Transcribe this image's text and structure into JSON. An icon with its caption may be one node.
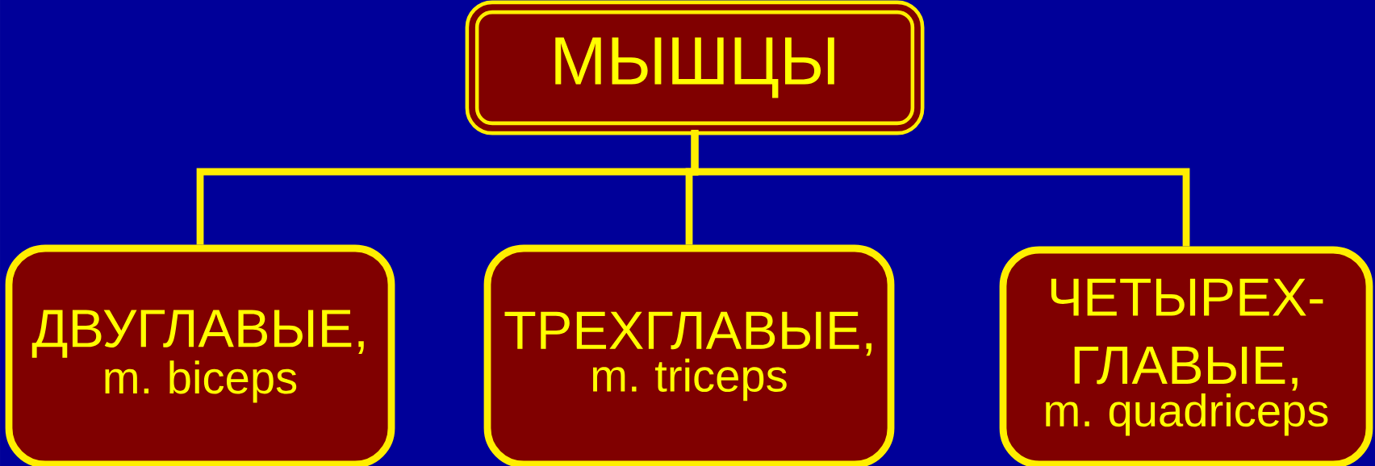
{
  "diagram": {
    "nodes": [
      {
        "text": [
          "МЫШЦЫ"
        ]
      },
      {
        "text": [
          "ДВУГЛАВЫЕ,",
          "m. biceps"
        ]
      },
      {
        "text": [
          "ТРЕХГЛАВЫЕ,",
          "m. triceps"
        ]
      },
      {
        "text": [
          "ЧЕТЫРЕХ- ГЛАВЫЕ,",
          "m. quadriceps"
        ]
      }
    ],
    "edges": [
      {
        "from": 0,
        "to": 1,
        "arrow": "none"
      },
      {
        "from": 0,
        "to": 2,
        "arrow": "none"
      },
      {
        "from": 0,
        "to": 3,
        "arrow": "none"
      }
    ]
  }
}
